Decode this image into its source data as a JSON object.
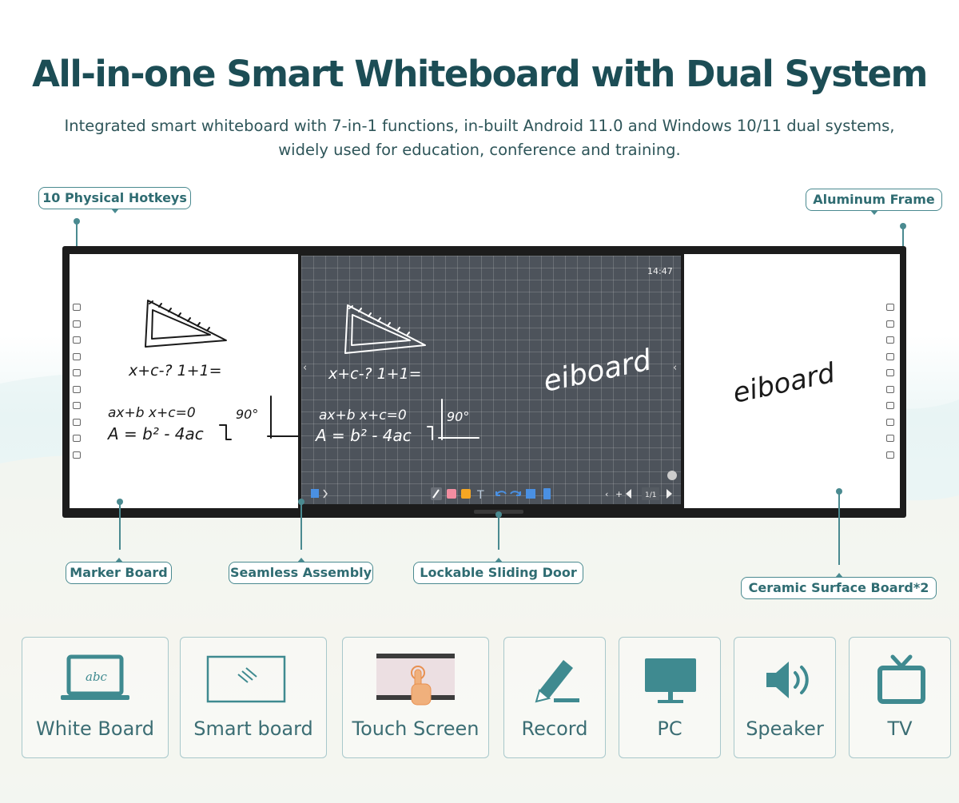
{
  "header": {
    "title": "All-in-one Smart Whiteboard with Dual System",
    "subtitle_line1": "Integrated smart whiteboard with 7-in-1 functions, in-built Android 11.0 and Windows 10/11 dual systems,",
    "subtitle_line2": "widely used for education, conference and training."
  },
  "callouts": {
    "hotkeys": "10 Physical Hotkeys",
    "frame": "Aluminum Frame",
    "marker_board": "Marker Board",
    "seamless": "Seamless Assembly",
    "sliding_door": "Lockable Sliding Door",
    "ceramic": "Ceramic Surface Board*2"
  },
  "board": {
    "clock": "14:47",
    "page_indicator": "1/1",
    "handwriting": {
      "equation1": "x+c-? 1+1=",
      "equation2": "ax+b x+c=0",
      "equation3": "A = b² - 4ac",
      "angle": "90°",
      "brand": "eiboard"
    }
  },
  "features": [
    {
      "label": "White Board",
      "icon": "laptop-abc-icon",
      "icon_text": "abc"
    },
    {
      "label": "Smart board",
      "icon": "smart-board-icon"
    },
    {
      "label": "Touch Screen",
      "icon": "touch-screen-icon"
    },
    {
      "label": "Record",
      "icon": "pen-record-icon"
    },
    {
      "label": "PC",
      "icon": "monitor-icon"
    },
    {
      "label": "Speaker",
      "icon": "speaker-icon"
    },
    {
      "label": "TV",
      "icon": "tv-icon"
    }
  ],
  "colors": {
    "title": "#1c4d55",
    "accent": "#4a8a90",
    "icon": "#3f8a90",
    "hand_orange": "#f0b07c"
  }
}
